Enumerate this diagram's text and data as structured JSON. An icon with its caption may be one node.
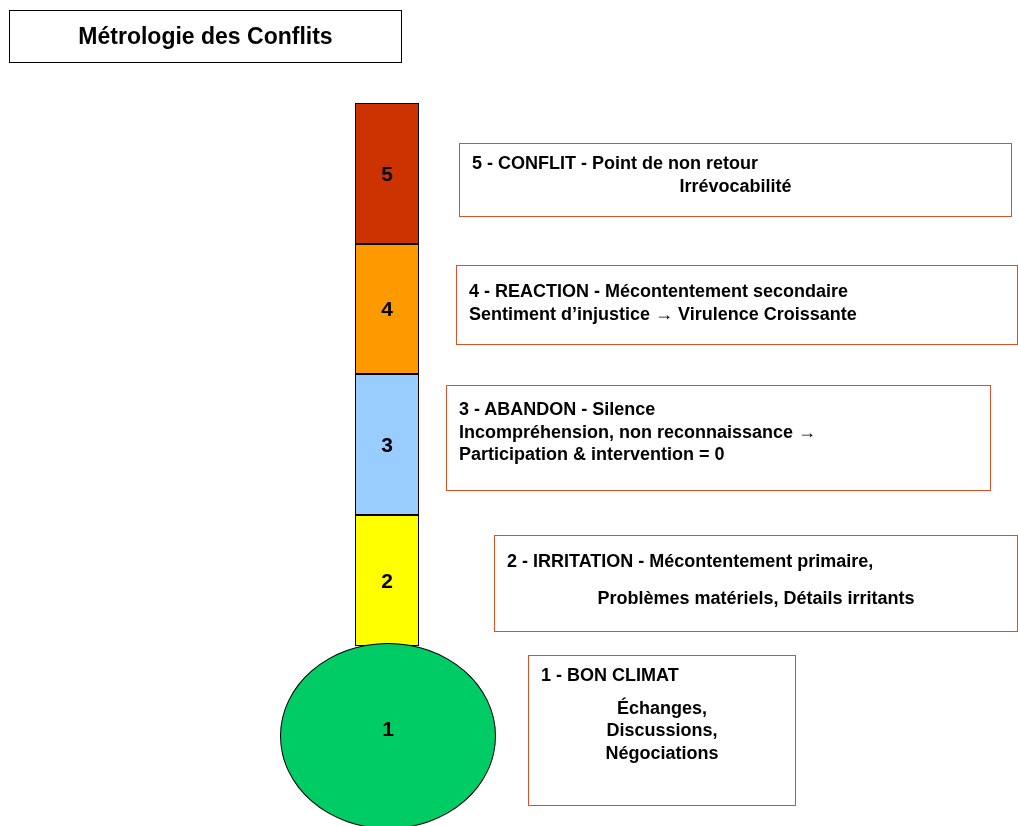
{
  "diagram": {
    "title": "Métrologie des Conflits",
    "nodes": [
      {
        "text": [
          "5"
        ]
      },
      {
        "text": [
          "5 - CONFLIT - Point de non retour",
          "Irrévocabilité"
        ]
      },
      {
        "text": [
          "4"
        ]
      },
      {
        "text": [
          "4 - REACTION - Mécontentement secondaire",
          "Sentiment d’injustice → Virulence Croissante"
        ]
      },
      {
        "text": [
          "3"
        ]
      },
      {
        "text": [
          "3 - ABANDON - Silence",
          "Incompréhension, non reconnaissance → Participation & intervention = 0"
        ]
      },
      {
        "text": [
          "2"
        ]
      },
      {
        "text": [
          "2 - IRRITATION - Mécontentement primaire,",
          "Problèmes matériels, Détails irritants"
        ]
      },
      {
        "text": [
          "1"
        ]
      },
      {
        "text": [
          "1 - BON CLIMAT",
          "Échanges, Discussions, Négociations"
        ]
      }
    ],
    "edges": []
  }
}
